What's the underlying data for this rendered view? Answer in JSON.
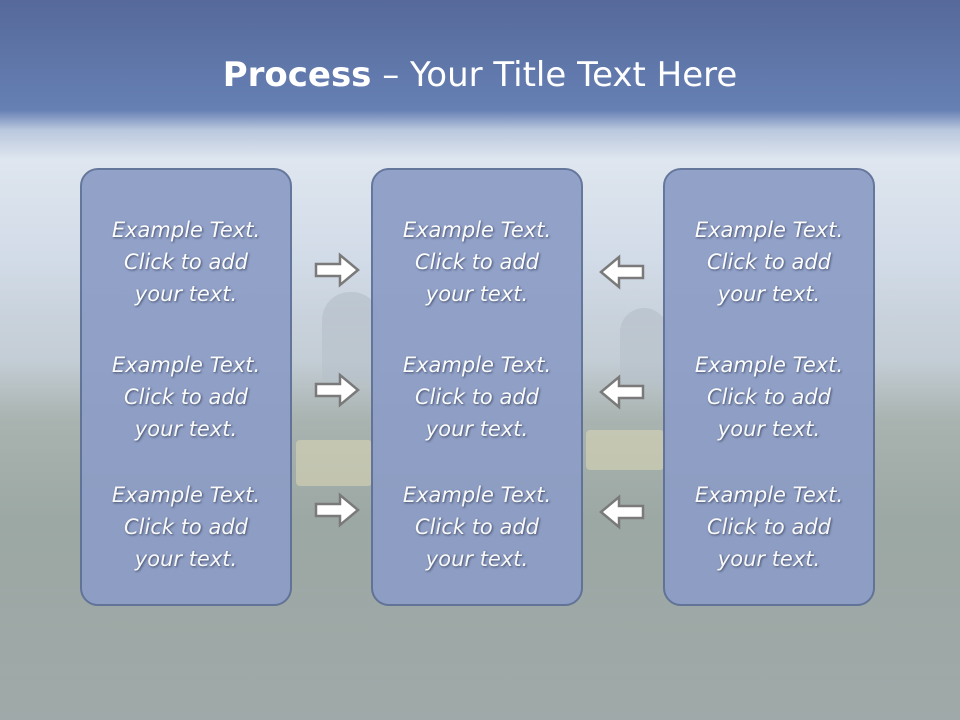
{
  "slide": {
    "title_bold": "Process",
    "title_rest": " – Your Title Text Here"
  },
  "panels": [
    {
      "items": [
        {
          "line1": "Example Text.",
          "line2": "Click  to add",
          "line3": "your text."
        },
        {
          "line1": "Example Text.",
          "line2": "Click  to add",
          "line3": "your text."
        },
        {
          "line1": "Example Text.",
          "line2": "Click  to add",
          "line3": "your text."
        }
      ]
    },
    {
      "items": [
        {
          "line1": "Example Text.",
          "line2": "Click  to add",
          "line3": "your text."
        },
        {
          "line1": "Example Text.",
          "line2": "Click  to add",
          "line3": "your text."
        },
        {
          "line1": "Example Text.",
          "line2": "Click  to add",
          "line3": "your text."
        }
      ]
    },
    {
      "items": [
        {
          "line1": "Example Text.",
          "line2": "Click  to add",
          "line3": "your text."
        },
        {
          "line1": "Example Text.",
          "line2": "Click  to add",
          "line3": "your text."
        },
        {
          "line1": "Example Text.",
          "line2": "Click  to add",
          "line3": "your text."
        }
      ]
    }
  ],
  "arrows": {
    "left_column": [
      "arrow-right-icon",
      "arrow-right-icon",
      "arrow-right-icon"
    ],
    "right_column": [
      "arrow-left-icon",
      "arrow-left-icon",
      "arrow-left-icon"
    ]
  },
  "colors": {
    "panel_fill": "#8d9dc6",
    "panel_border": "#5d6f96",
    "title_text": "#ffffff"
  }
}
